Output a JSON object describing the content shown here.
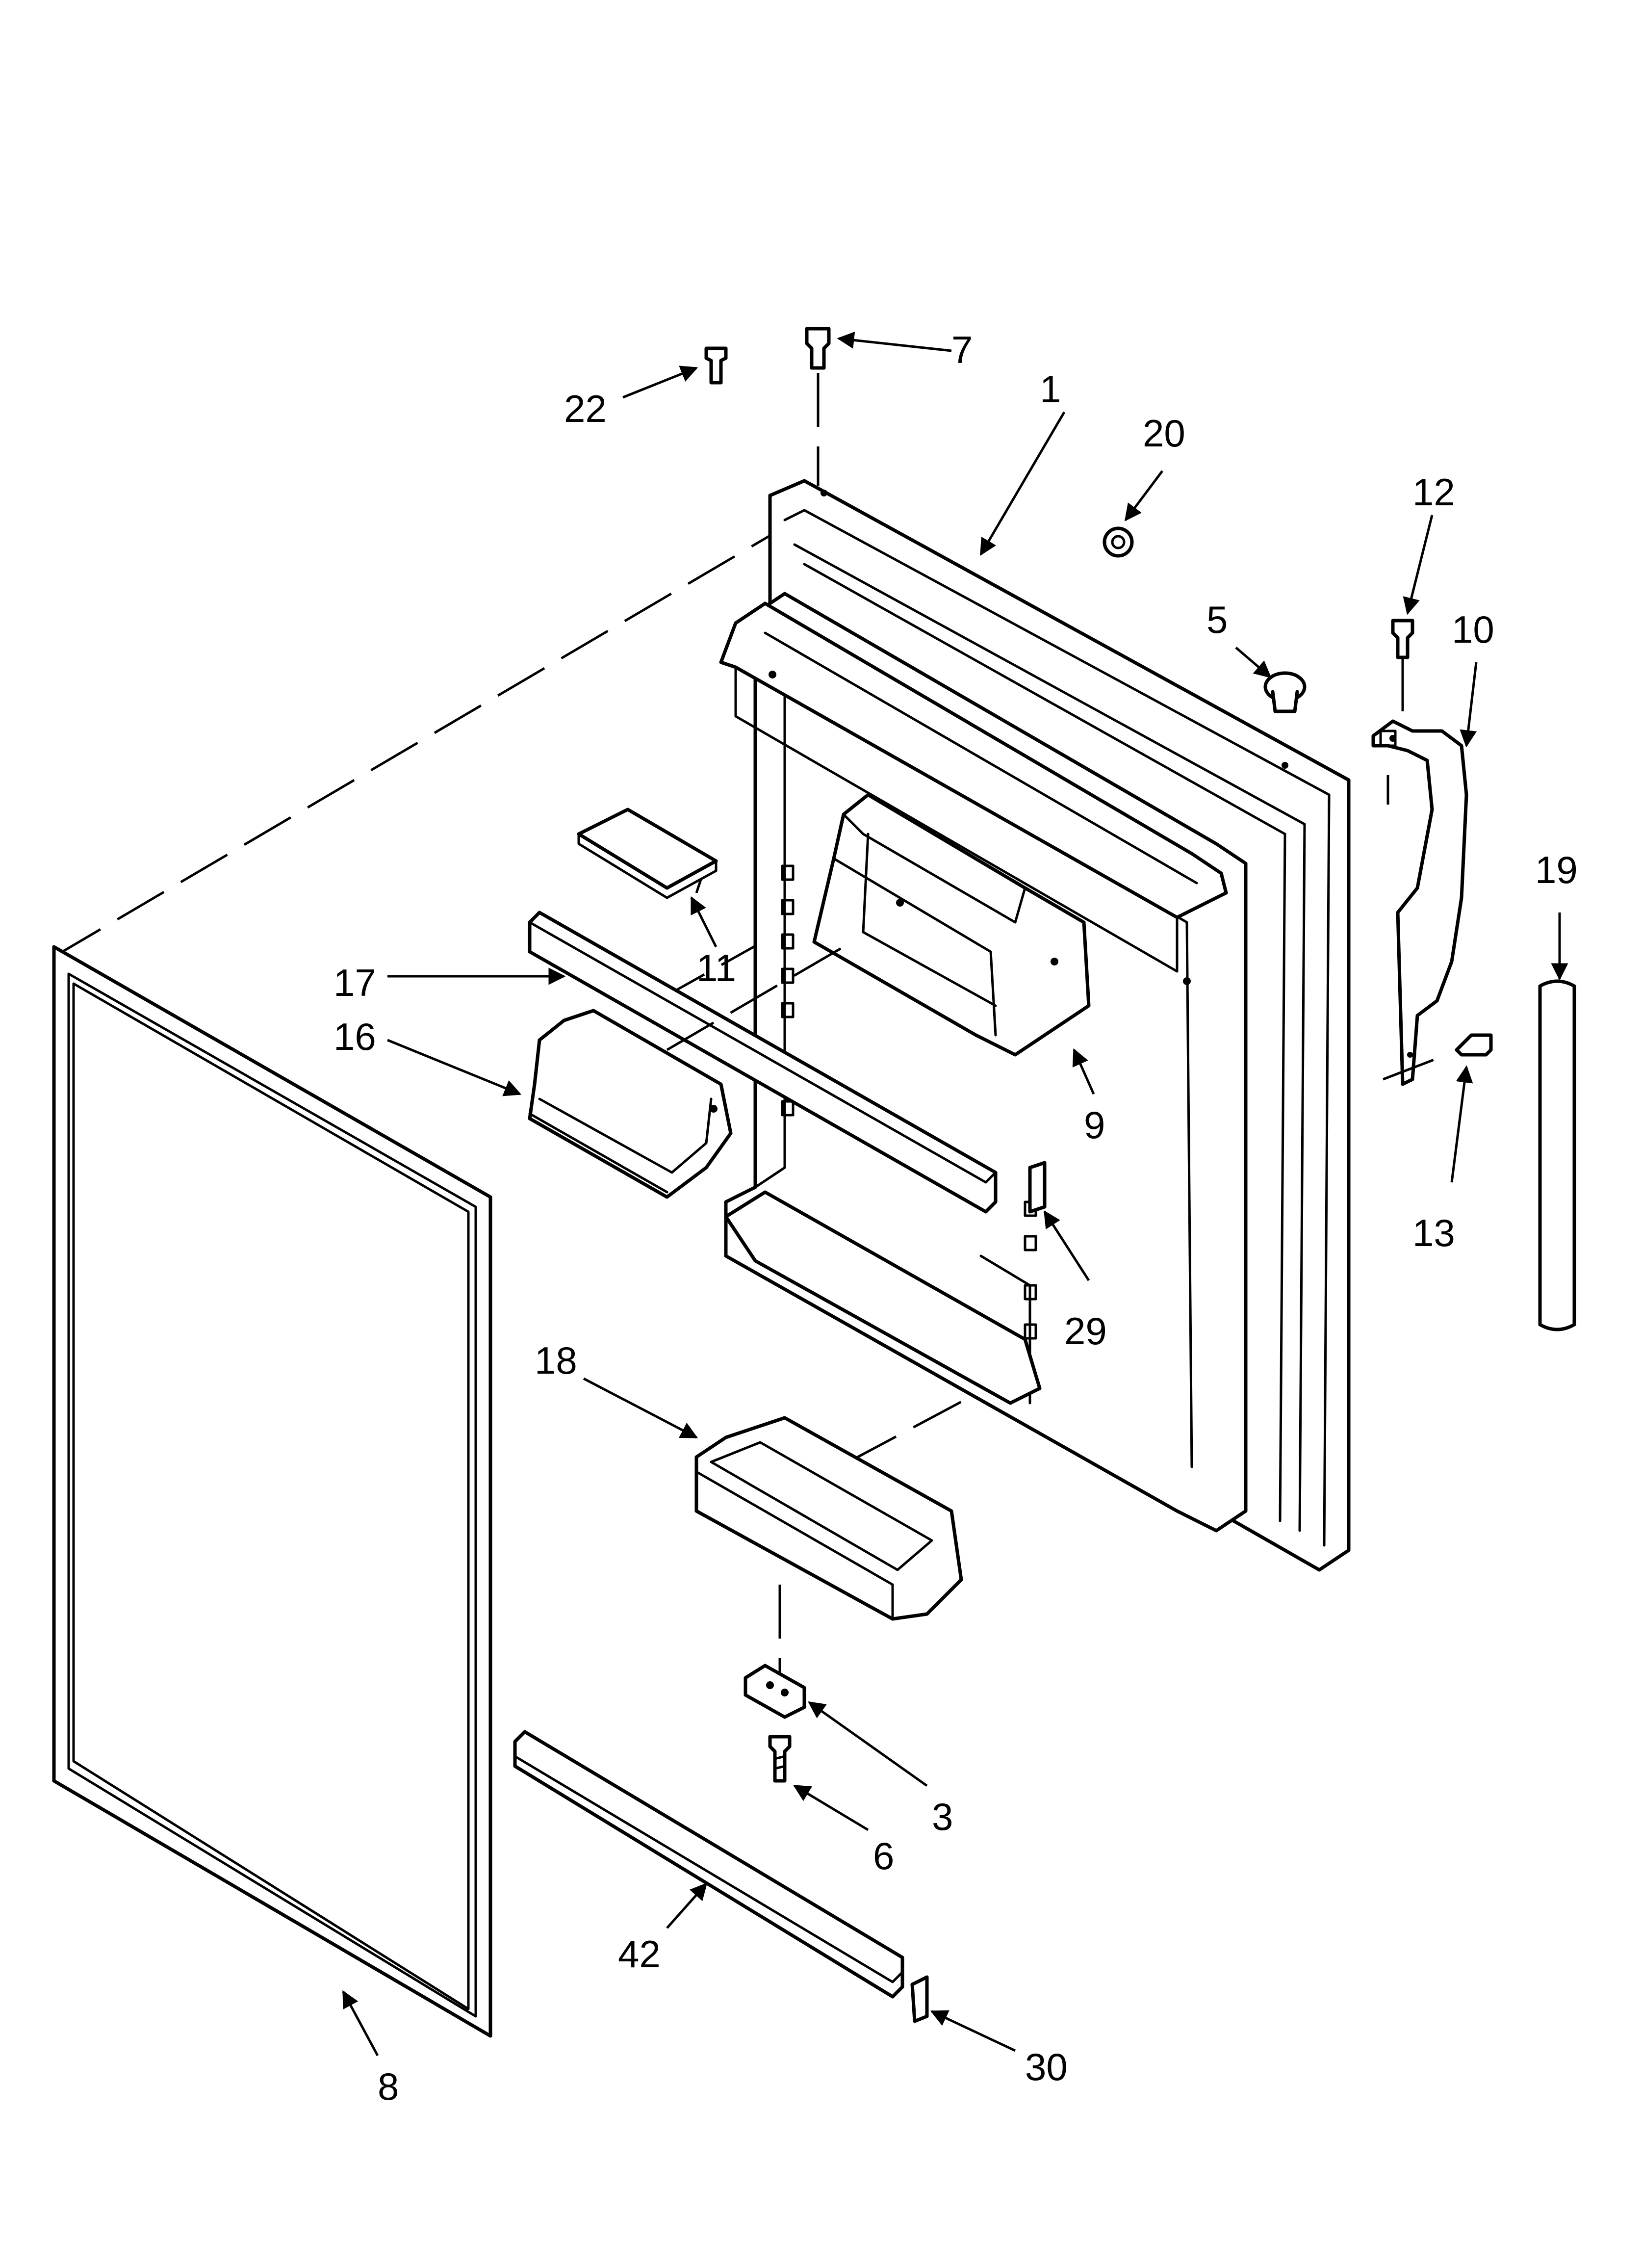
{
  "diagram": {
    "callouts": [
      "1",
      "3",
      "5",
      "6",
      "7",
      "8",
      "9",
      "10",
      "11",
      "12",
      "13",
      "16",
      "17",
      "18",
      "19",
      "20",
      "22",
      "29",
      "30",
      "42"
    ]
  }
}
